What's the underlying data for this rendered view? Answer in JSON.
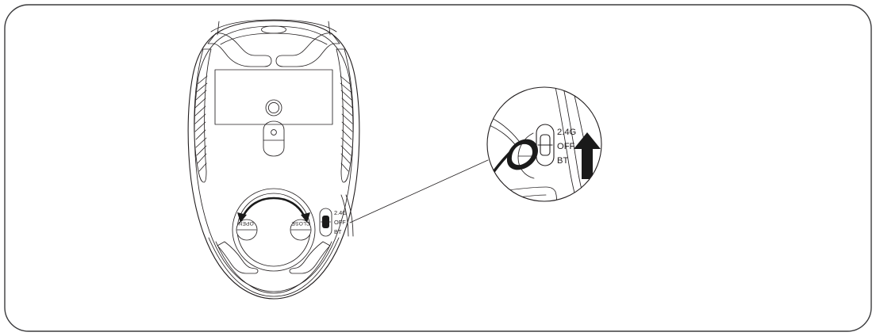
{
  "figure": {
    "title": "Mouse bottom view with power switch callout",
    "frame_color": "#3b3b3d",
    "line_color": "#231f20",
    "background": "#ffffff"
  },
  "device": {
    "name": "wireless-mouse-bottom-view",
    "battery_cover": {
      "open_label": "OPEN",
      "close_label": "CLOSE",
      "rotation_hint": "curved double-headed arrow over battery cover"
    },
    "sensor_label": "",
    "switch": {
      "name": "power-mode-switch",
      "positions": [
        "2.4G",
        "OFF",
        "BT"
      ],
      "selected": "OFF",
      "labels": {
        "top": "2.4G",
        "middle": "OFF",
        "bottom": "BT"
      }
    }
  },
  "callout": {
    "name": "magnifier-detail",
    "switch_labels": {
      "top": "2.4G",
      "middle": "OFF",
      "bottom": "BT"
    },
    "arrow": {
      "direction": "up",
      "color": "#1a1a1a"
    }
  }
}
